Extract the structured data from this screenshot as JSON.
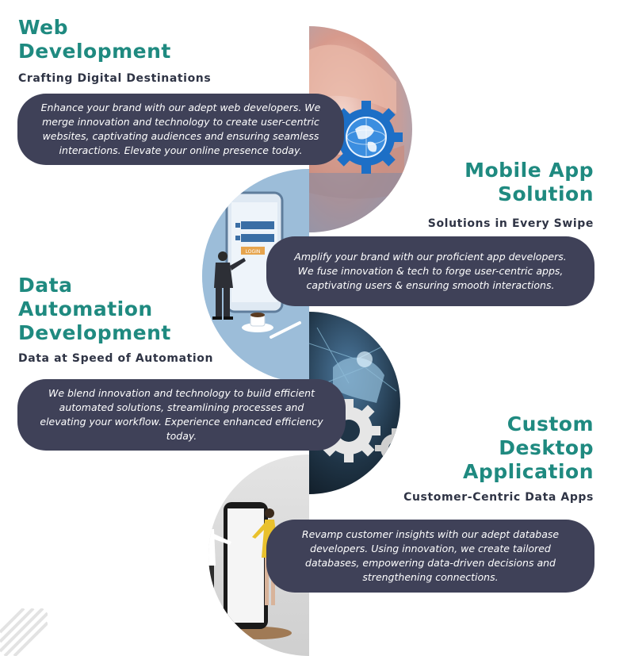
{
  "sections": [
    {
      "title_lines": [
        "Web",
        "Development"
      ],
      "subtitle": "Crafting Digital Destinations",
      "description": "Enhance your brand with our adept web developers. We merge innovation and technology to create user-centric websites, captivating audiences and ensuring seamless interactions. Elevate your online presence today.",
      "image_icon": "globe-gear-hands-icon"
    },
    {
      "title_lines": [
        "Mobile App",
        "Solution"
      ],
      "subtitle": "Solutions in Every Swipe",
      "description": "Amplify your brand with our proficient app developers. We fuse innovation & tech to forge user-centric apps, captivating users & ensuring smooth interactions.",
      "image_icon": "phone-login-businessman-icon",
      "image_text": "LOGIN"
    },
    {
      "title_lines": [
        "Data",
        "Automation",
        "Development"
      ],
      "subtitle": "Data at Speed of Automation",
      "description": "We blend innovation and technology to build efficient automated solutions, streamlining processes and elevating your workflow. Experience enhanced efficiency today.",
      "image_icon": "robot-hand-gears-icon"
    },
    {
      "title_lines": [
        "Custom",
        "Desktop",
        "Application"
      ],
      "subtitle": "Customer-Centric Data Apps",
      "description": "Revamp customer insights with our adept database developers. Using innovation, we create tailored databases, empowering data-driven decisions and strengthening connections.",
      "image_icon": "large-phone-people-icon"
    }
  ],
  "colors": {
    "title": "#1f8a80",
    "subtitle": "#2f3445",
    "pill_bg": "#3f4158",
    "pill_text": "#ffffff"
  }
}
